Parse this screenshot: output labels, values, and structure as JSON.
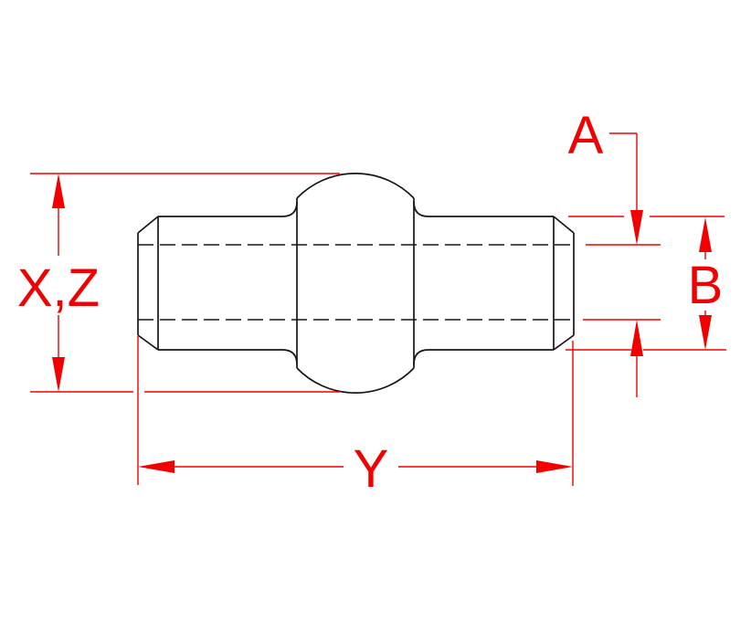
{
  "drawing": {
    "dimensions": {
      "a": {
        "label": "A"
      },
      "b": {
        "label": "B"
      },
      "xz": {
        "label": "X,Z"
      },
      "y": {
        "label": "Y"
      }
    },
    "colors": {
      "dimension_red": "#f20000",
      "outline_black": "#161616",
      "background": "#ffffff"
    }
  }
}
